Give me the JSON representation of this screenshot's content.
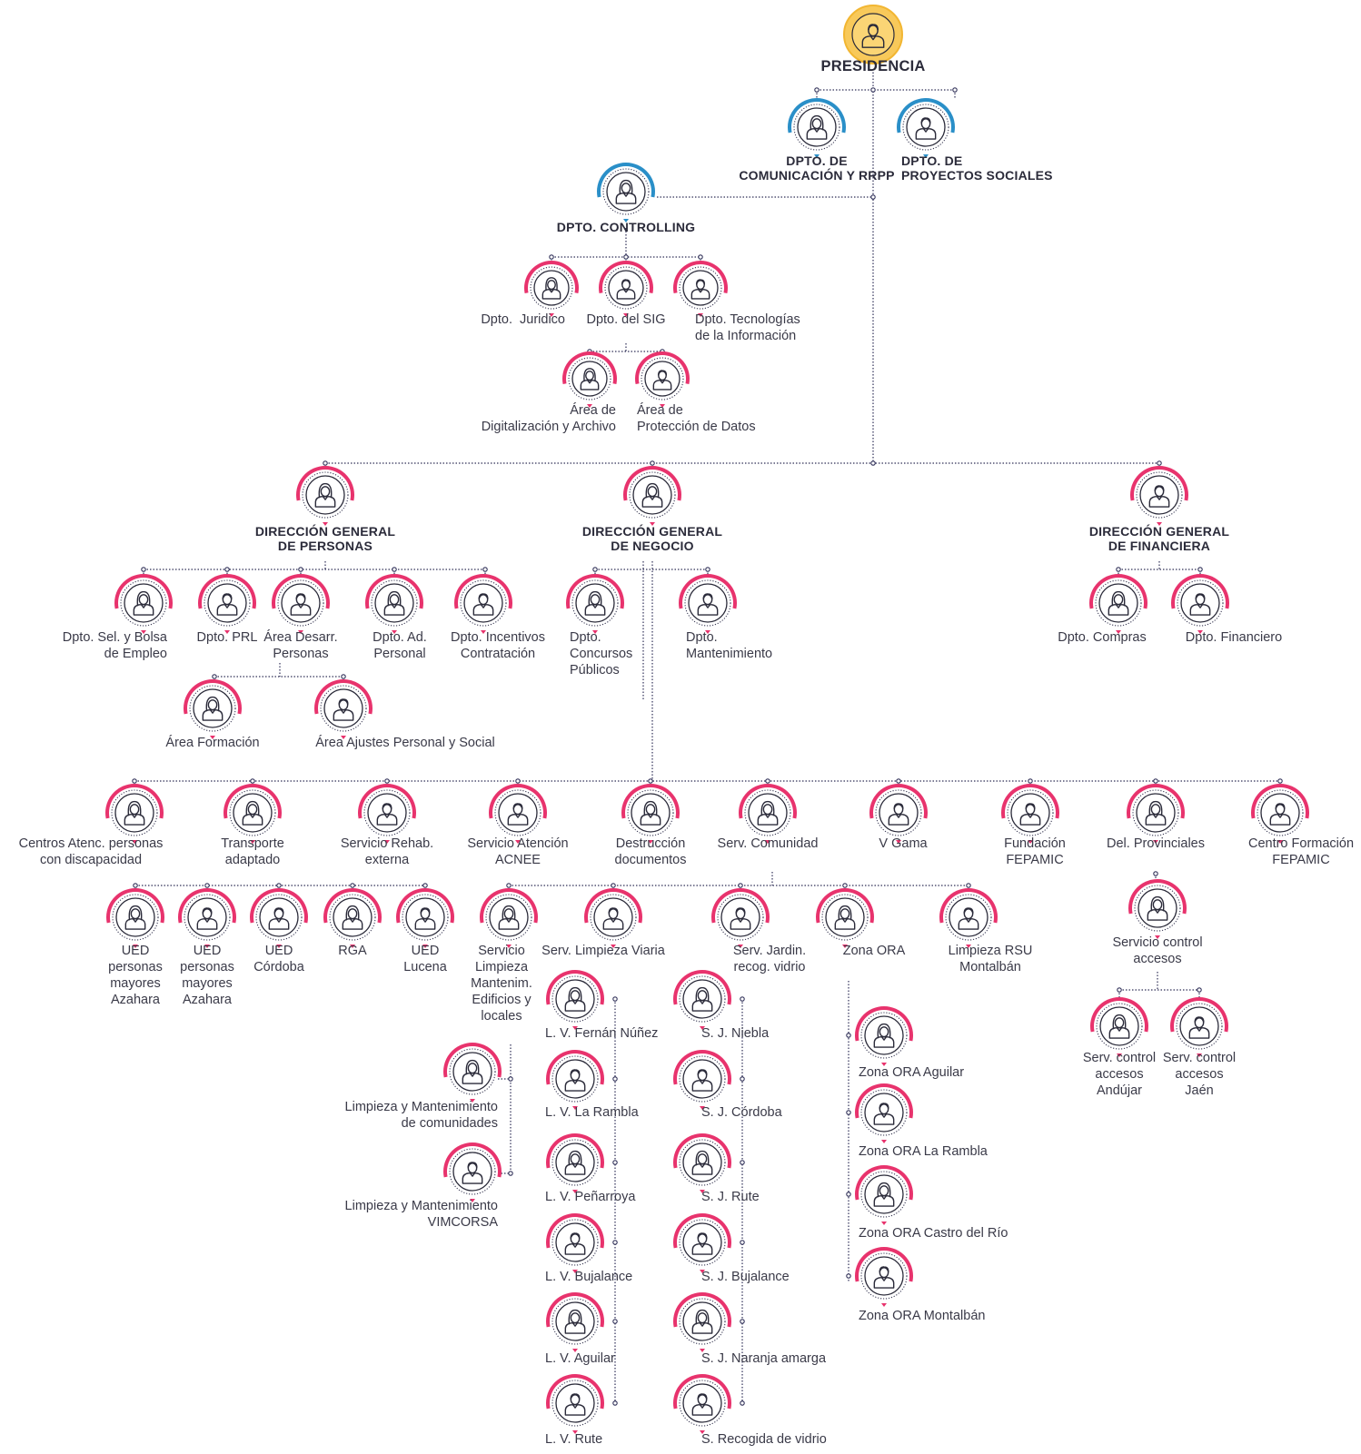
{
  "colors": {
    "gold": "#f2b632",
    "blue": "#2a8fc8",
    "pink": "#e8336d",
    "line": "#303058",
    "icon": "#2b2b3a"
  },
  "nodes": [
    {
      "id": "presidencia",
      "label": "PRESIDENCIA",
      "accent": "gold",
      "person": "male"
    },
    {
      "id": "comunicacion",
      "label": "DPTO. DE\nCOMUNICACIÓN Y RRPP",
      "accent": "blue",
      "person": "female"
    },
    {
      "id": "proyectos",
      "label": "DPTO. DE\nPROYECTOS SOCIALES",
      "accent": "blue",
      "person": "male"
    },
    {
      "id": "controlling",
      "label": "DPTO. CONTROLLING",
      "accent": "blue",
      "person": "female"
    },
    {
      "id": "juridico",
      "label": "Dpto.  Juridico",
      "accent": "pink",
      "person": "female"
    },
    {
      "id": "sig",
      "label": "Dpto. del SIG",
      "accent": "pink",
      "person": "male"
    },
    {
      "id": "tecnologias",
      "label": "Dpto. Tecnologías\nde la Información",
      "accent": "pink",
      "person": "male"
    },
    {
      "id": "digitalizacion",
      "label": "Área de\nDigitalización y Archivo",
      "accent": "pink",
      "person": "female"
    },
    {
      "id": "proteccion",
      "label": "Área de\nProtección de Datos",
      "accent": "pink",
      "person": "male"
    },
    {
      "id": "dg-personas",
      "label": "DIRECCIÓN GENERAL\nDE PERSONAS",
      "accent": "pink",
      "person": "female"
    },
    {
      "id": "dg-negocio",
      "label": "DIRECCIÓN GENERAL\nDE NEGOCIO",
      "accent": "pink",
      "person": "female"
    },
    {
      "id": "dg-financiera",
      "label": "DIRECCIÓN GENERAL\nDE FINANCIERA",
      "accent": "pink",
      "person": "male"
    },
    {
      "id": "sel-bolsa",
      "label": "Dpto. Sel. y Bolsa\nde Empleo",
      "accent": "pink",
      "person": "female"
    },
    {
      "id": "prl",
      "label": "Dpto. PRL",
      "accent": "pink",
      "person": "male"
    },
    {
      "id": "desarr-personas",
      "label": "Área Desarr.\nPersonas",
      "accent": "pink",
      "person": "male"
    },
    {
      "id": "ad-personal",
      "label": "Dpto. Ad.\nPersonal",
      "accent": "pink",
      "person": "female"
    },
    {
      "id": "incentivos",
      "label": "Dpto. Incentivos\nContratación",
      "accent": "pink",
      "person": "male"
    },
    {
      "id": "formacion",
      "label": "Área Formación",
      "accent": "pink",
      "person": "female"
    },
    {
      "id": "ajustes",
      "label": "Área Ajustes Personal y Social",
      "accent": "pink",
      "person": "male"
    },
    {
      "id": "concursos",
      "label": "Dpto.\nConcursos\nPúblicos",
      "accent": "pink",
      "person": "female"
    },
    {
      "id": "mantenimiento",
      "label": "Dpto.\nMantenimiento",
      "accent": "pink",
      "person": "male"
    },
    {
      "id": "compras",
      "label": "Dpto. Compras",
      "accent": "pink",
      "person": "female"
    },
    {
      "id": "financiero",
      "label": "Dpto. Financiero",
      "accent": "pink",
      "person": "male"
    },
    {
      "id": "centros-atenc",
      "label": "Centros Atenc. personas\ncon discapacidad",
      "accent": "pink",
      "person": "female"
    },
    {
      "id": "transporte",
      "label": "Transporte\nadaptado",
      "accent": "pink",
      "person": "female"
    },
    {
      "id": "rehab",
      "label": "Servicio Rehab.\nexterna",
      "accent": "pink",
      "person": "male"
    },
    {
      "id": "acnee",
      "label": "Servicio Atención\nACNEE",
      "accent": "pink",
      "person": "male"
    },
    {
      "id": "destruccion",
      "label": "Destrucción\ndocumentos",
      "accent": "pink",
      "person": "female"
    },
    {
      "id": "comunidad",
      "label": "Serv. Comunidad",
      "accent": "pink",
      "person": "female"
    },
    {
      "id": "vgama",
      "label": "V Gama",
      "accent": "pink",
      "person": "male"
    },
    {
      "id": "fundacion",
      "label": "Fundación\nFEPAMIC",
      "accent": "pink",
      "person": "male"
    },
    {
      "id": "provinciales",
      "label": "Del. Provinciales",
      "accent": "pink",
      "person": "female"
    },
    {
      "id": "centro-formacion",
      "label": "Centro Formación\nFEPAMIC",
      "accent": "pink",
      "person": "male"
    },
    {
      "id": "ued-1",
      "label": "UED\npersonas\nmayores\nAzahara",
      "accent": "pink",
      "person": "female"
    },
    {
      "id": "ued-2",
      "label": "UED\npersonas\nmayores\nAzahara",
      "accent": "pink",
      "person": "male"
    },
    {
      "id": "ued-cordoba",
      "label": "UED\nCórdoba",
      "accent": "pink",
      "person": "male"
    },
    {
      "id": "rga",
      "label": "RGA",
      "accent": "pink",
      "person": "female"
    },
    {
      "id": "ued-lucena",
      "label": "UED\nLucena",
      "accent": "pink",
      "person": "male"
    },
    {
      "id": "limpieza-edificios",
      "label": "Servicio\nLimpieza\nMantenim.\nEdificios y\nlocales",
      "accent": "pink",
      "person": "female"
    },
    {
      "id": "limpieza-viaria",
      "label": "Serv. Limpieza Viaria",
      "accent": "pink",
      "person": "male"
    },
    {
      "id": "jardin",
      "label": "Serv. Jardin.\nrecog. vidrio",
      "accent": "pink",
      "person": "male"
    },
    {
      "id": "zona-ora",
      "label": "Zona ORA",
      "accent": "pink",
      "person": "female"
    },
    {
      "id": "rsu-montalban",
      "label": "Limpieza RSU\nMontalbán",
      "accent": "pink",
      "person": "male"
    },
    {
      "id": "control-accesos",
      "label": "Servicio control\naccesos",
      "accent": "pink",
      "person": "female"
    },
    {
      "id": "andujar",
      "label": "Serv. control\naccesos\nAndújar",
      "accent": "pink",
      "person": "female"
    },
    {
      "id": "jaen",
      "label": "Serv. control\naccesos\nJaén",
      "accent": "pink",
      "person": "male"
    },
    {
      "id": "lm-comunidades",
      "label": "Limpieza y Mantenimiento\nde comunidades",
      "accent": "pink",
      "person": "female"
    },
    {
      "id": "lm-vimcorsa",
      "label": "Limpieza y Mantenimiento\nVIMCORSA",
      "accent": "pink",
      "person": "male"
    },
    {
      "id": "lv-fernan",
      "label": "L. V. Fernán Núñez",
      "accent": "pink",
      "person": "female"
    },
    {
      "id": "lv-rambla",
      "label": "L. V. La Rambla",
      "accent": "pink",
      "person": "male"
    },
    {
      "id": "lv-penarroya",
      "label": "L. V. Peñarroya",
      "accent": "pink",
      "person": "female"
    },
    {
      "id": "lv-bujalance",
      "label": "L. V. Bujalance",
      "accent": "pink",
      "person": "male"
    },
    {
      "id": "lv-aguilar",
      "label": "L. V. Aguilar",
      "accent": "pink",
      "person": "female"
    },
    {
      "id": "lv-rute",
      "label": "L. V. Rute",
      "accent": "pink",
      "person": "male"
    },
    {
      "id": "sj-niebla",
      "label": "S. J. Niebla",
      "accent": "pink",
      "person": "female"
    },
    {
      "id": "sj-cordoba",
      "label": "S. J. Córdoba",
      "accent": "pink",
      "person": "male"
    },
    {
      "id": "sj-rute",
      "label": "S. J. Rute",
      "accent": "pink",
      "person": "female"
    },
    {
      "id": "sj-bujalance",
      "label": "S. J. Bujalance",
      "accent": "pink",
      "person": "male"
    },
    {
      "id": "sj-naranja",
      "label": "S. J. Naranja amarga",
      "accent": "pink",
      "person": "female"
    },
    {
      "id": "s-vidrio",
      "label": "S. Recogida de vidrio",
      "accent": "pink",
      "person": "male"
    },
    {
      "id": "ora-aguilar",
      "label": "Zona ORA Aguilar",
      "accent": "pink",
      "person": "female"
    },
    {
      "id": "ora-rambla",
      "label": "Zona ORA La Rambla",
      "accent": "pink",
      "person": "male"
    },
    {
      "id": "ora-castro",
      "label": "Zona ORA Castro del Río",
      "accent": "pink",
      "person": "female"
    },
    {
      "id": "ora-montalban",
      "label": "Zona ORA Montalbán",
      "accent": "pink",
      "person": "male"
    }
  ]
}
